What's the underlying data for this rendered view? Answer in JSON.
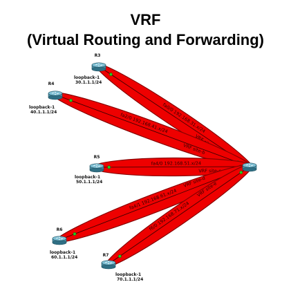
{
  "title": "VRF",
  "subtitle": "(Virtual Routing and Forwarding)",
  "colors": {
    "link_fill": "#ee0000",
    "link_stroke": "#880000",
    "router_body": "#4a8fa6",
    "router_top": "#7fc0d4"
  },
  "hub": {
    "name": "",
    "icon": "router-icon"
  },
  "routers": [
    {
      "name": "R3",
      "loopback": "loopback-1",
      "ip": "30.1.1.1/24",
      "link_label": "fa0/0 192.168.31.x/24",
      "vrf_label": "VRF site-a"
    },
    {
      "name": "R4",
      "loopback": "loopback-1",
      "ip": "40.1.1.1/24",
      "link_label": "fa2/0 192.168.41.x/24",
      "vrf_label": "VRF site-b"
    },
    {
      "name": "R5",
      "loopback": "loopback-1",
      "ip": "50.1.1.1/24",
      "link_label": "fa4/0 192.168.51.x/24",
      "vrf_label": "VRF site-c"
    },
    {
      "name": "R6",
      "loopback": "loopback-1",
      "ip": "60.1.1.1/24",
      "link_label": "fa4/1 192.168.61.x/24",
      "vrf_label": "VRF site-d"
    },
    {
      "name": "R7",
      "loopback": "loopback-1",
      "ip": "70.1.1.1/24",
      "link_label": "f6/0 192.168.71.x/24",
      "vrf_label": "VRF site-e"
    }
  ]
}
